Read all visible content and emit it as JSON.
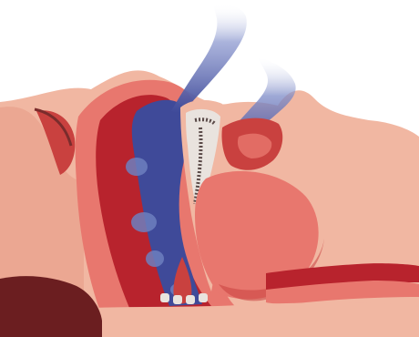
{
  "illustration": {
    "palette": {
      "background": "#ffffff",
      "skin": "#f1b7a2",
      "skin_shadow": "#e59a85",
      "soft_tissue": "#e8776e",
      "tissue_dark": "#c9413f",
      "cavity": "#b8232d",
      "airflow": "#3f4a99",
      "airflow_light": "#6d7fbf",
      "bone": "#e9e3de",
      "bone_texture": "#5a4a48",
      "pillow": "#6b1e20"
    },
    "elements": [
      "airflow-stream",
      "nasal-airflow-stream",
      "nose",
      "lips",
      "tongue",
      "soft-palate",
      "uvula",
      "jaw-bone",
      "teeth",
      "airway",
      "eye",
      "pillow"
    ]
  }
}
